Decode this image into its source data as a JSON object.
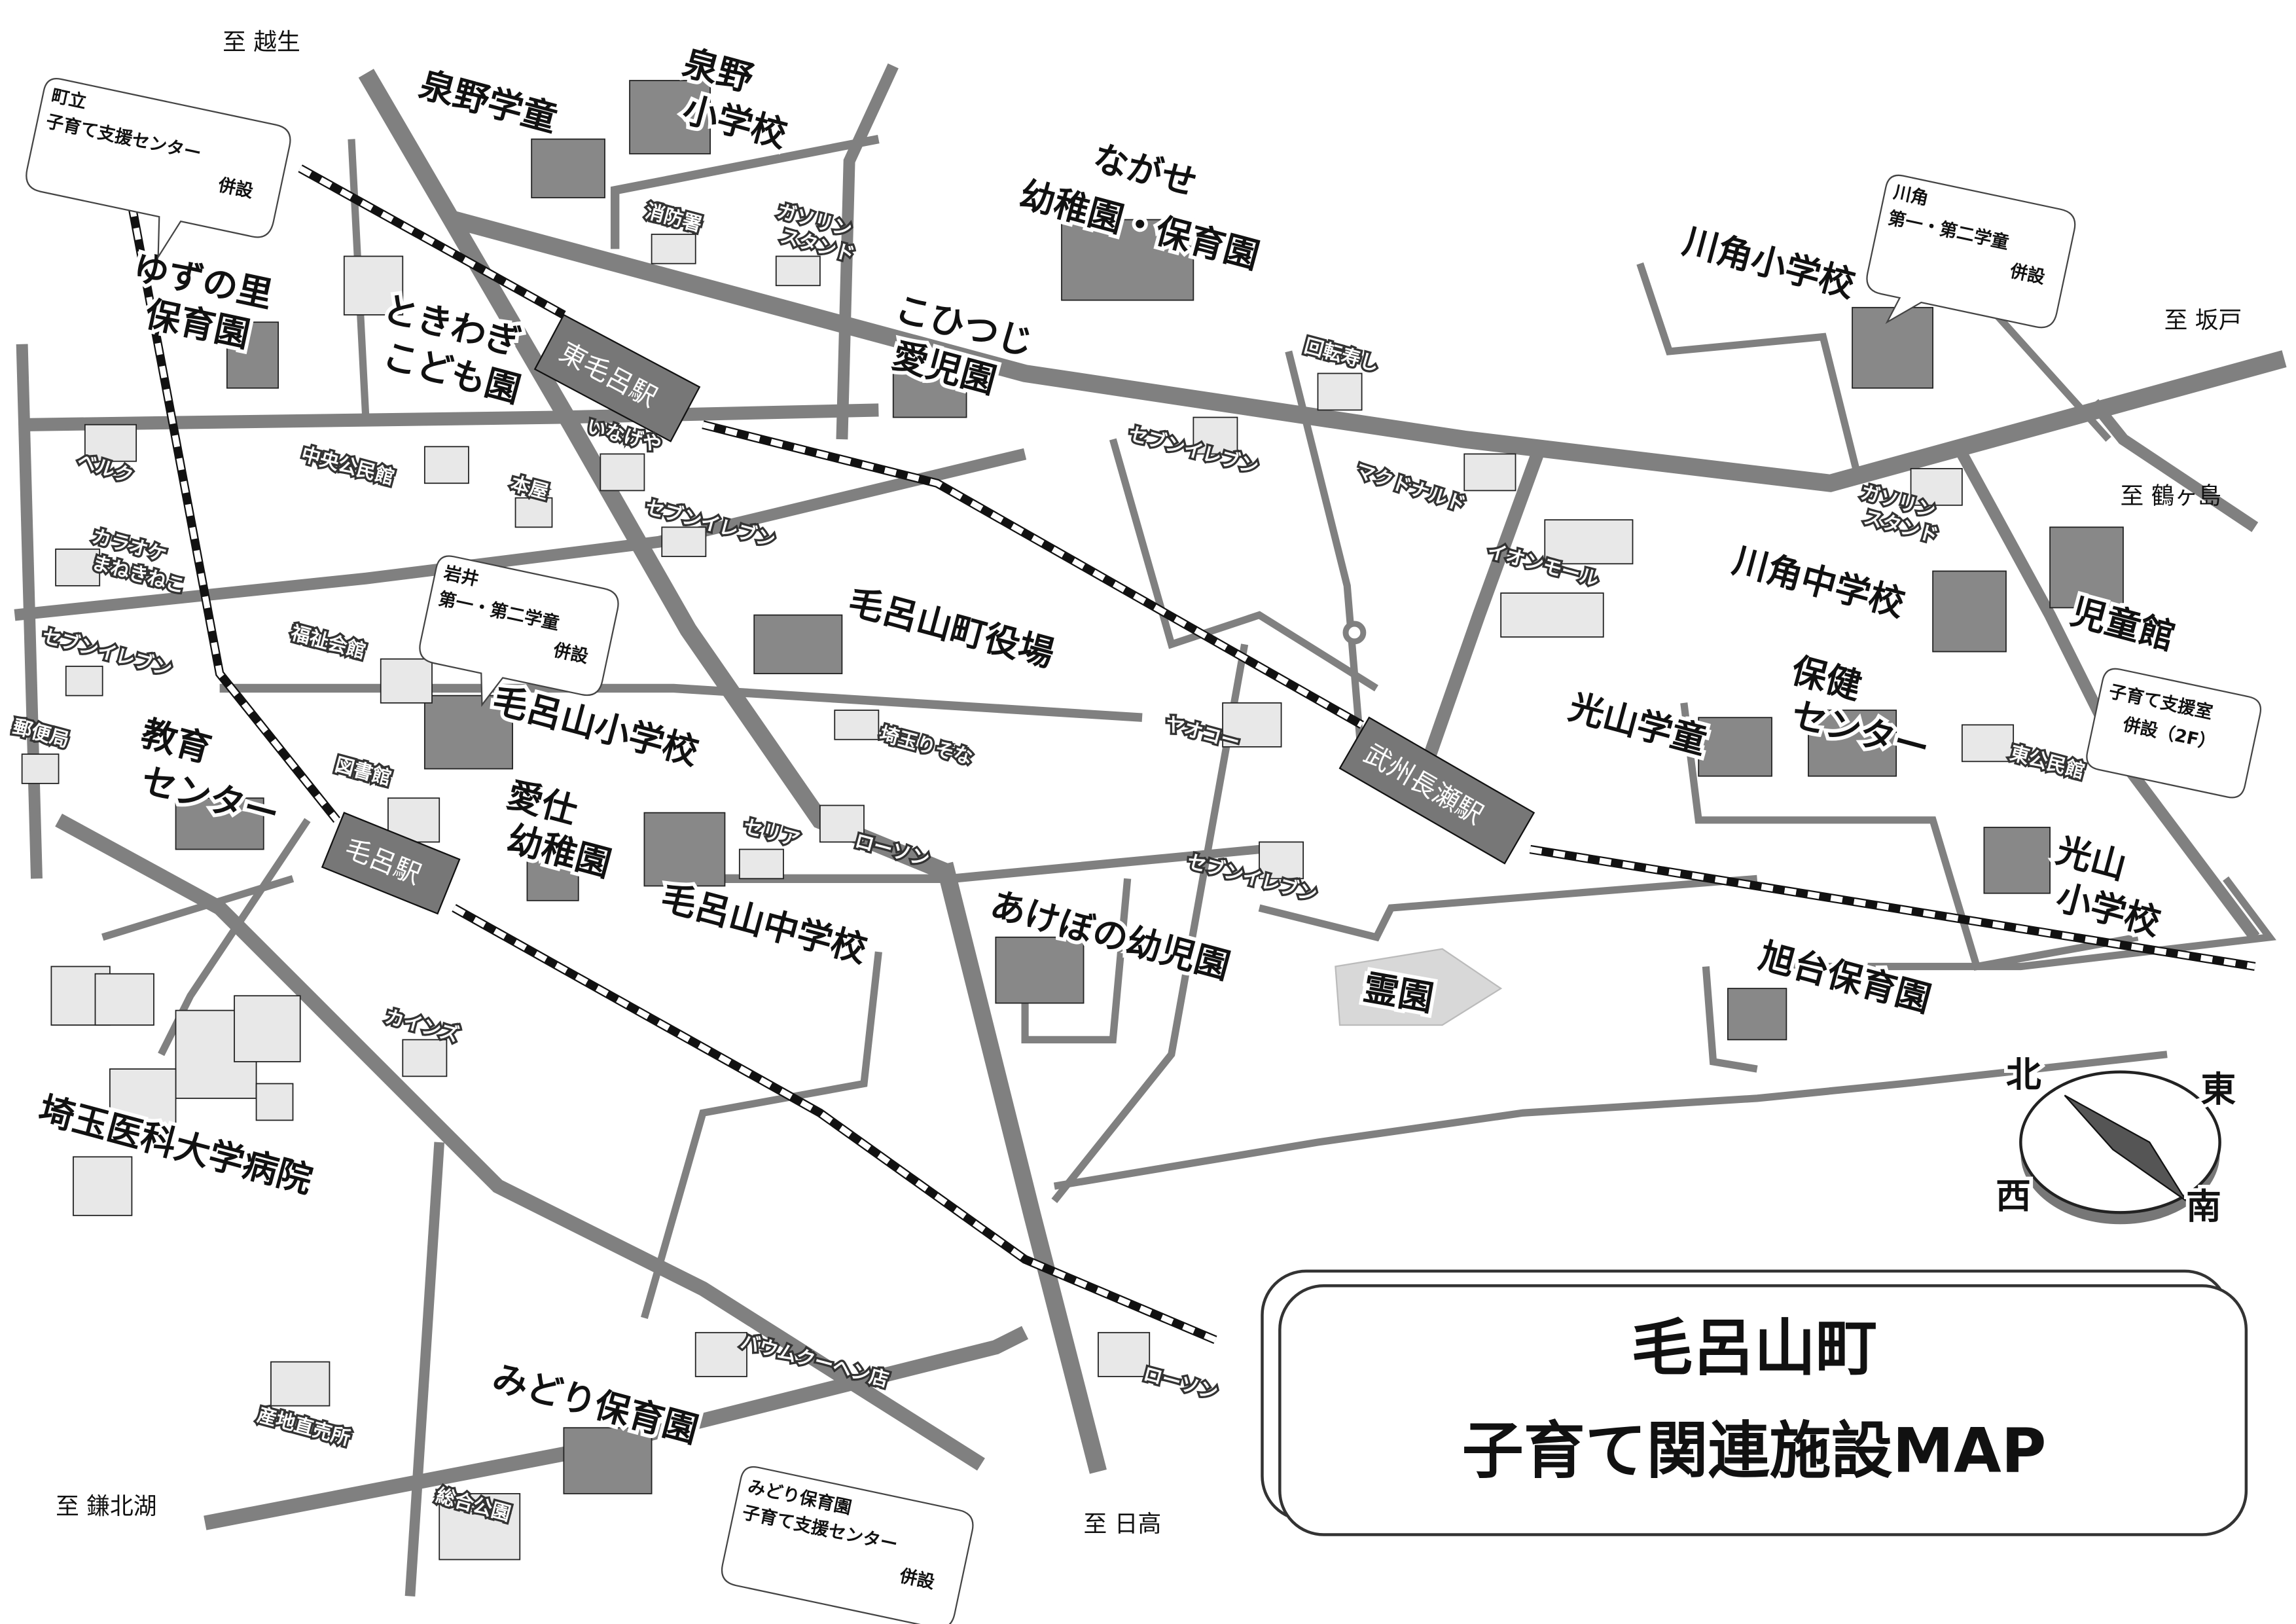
{
  "directions": {
    "ogose": "至 越生",
    "sakado": "至 坂戸",
    "tsurugashima": "至 鶴ヶ島",
    "kamakitako": "至 鎌北湖",
    "hidaka": "至 日高"
  },
  "stations": {
    "higashi_moro": "東毛呂駅",
    "moro": "毛呂駅",
    "bushu_nagase": "武州長瀬駅"
  },
  "facilities": {
    "izumino_gakudo": "泉野学童",
    "izumino_sho_1": "泉野",
    "izumino_sho_2": "小学校",
    "nagase_1": "ながせ",
    "nagase_2": "幼稚園・保育園",
    "yuzu_1": "ゆずの里",
    "yuzu_2": "保育園",
    "tokiwagi_1": "ときわぎ",
    "tokiwagi_2": "こども園",
    "kohitsuji_1": "こひつじ",
    "kohitsuji_2": "愛児園",
    "kawakado_sho": "川角小学校",
    "yakuba": "毛呂山町役場",
    "moroyama_sho": "毛呂山小学校",
    "kyoiku_1": "教育",
    "kyoiku_2": "センター",
    "aishi_1": "愛仕",
    "aishi_2": "幼稚園",
    "moroyama_chu": "毛呂山中学校",
    "akebono": "あけぼの幼児園",
    "reien": "霊園",
    "asahidai": "旭台保育園",
    "koyama_sho_1": "光山",
    "koyama_sho_2": "小学校",
    "kawakado_chu": "川角中学校",
    "jidokan": "児童館",
    "hoken_1": "保健",
    "hoken_2": "センター",
    "koyama_gakudo": "光山学童",
    "midori": "みどり保育園",
    "ika_dai": "埼玉医科大学病院"
  },
  "landmarks": {
    "beruku": "ベルク",
    "karaoke_1": "カラオケ",
    "karaoke_2": "まねきねこ",
    "seven_1": "セブンイレブン",
    "yubinkyoku": "郵便局",
    "fukushi": "福祉会館",
    "toshokan": "図書館",
    "chuo_kominkan": "中央公民館",
    "honya": "本屋",
    "inageya": "いなげや",
    "seven_2": "セブンイレブン",
    "shobosho": "消防署",
    "gas_1a": "ガソリン",
    "gas_1b": "スタンド",
    "kaiten": "回転寿し",
    "seven_3": "セブンイレブン",
    "mcd": "マクドナルド",
    "aeon": "イオンモール",
    "gas_2a": "ガソリン",
    "gas_2b": "スタンド",
    "higashi_kominkan": "東公民館",
    "yaoko": "ヤオコー",
    "resona": "埼玉りそな",
    "seria": "セリア",
    "lawson_1": "ローソン",
    "seven_4": "セブンイレブン",
    "cainz": "カインズ",
    "baum": "バウムクーヘン店",
    "lawson_2": "ローソン",
    "sanchi": "産地直売所",
    "sogo_koen": "総合公園"
  },
  "bubbles": {
    "choritsu": [
      "町立",
      "子育て支援センター",
      "併設"
    ],
    "iwai": [
      "岩井",
      "第一・第二学童",
      "併設"
    ],
    "kawakado": [
      "川角",
      "第一・第二学童",
      "併設"
    ],
    "jidokan": [
      "子育て支援室",
      "併設（2F）"
    ],
    "midori": [
      "みどり保育園",
      "子育て支援センター",
      "併設"
    ]
  },
  "compass": {
    "north": "北",
    "east": "東",
    "west": "西",
    "south": "南"
  },
  "title": {
    "line1": "毛呂山町",
    "line2": "子育て関連施設MAP"
  }
}
